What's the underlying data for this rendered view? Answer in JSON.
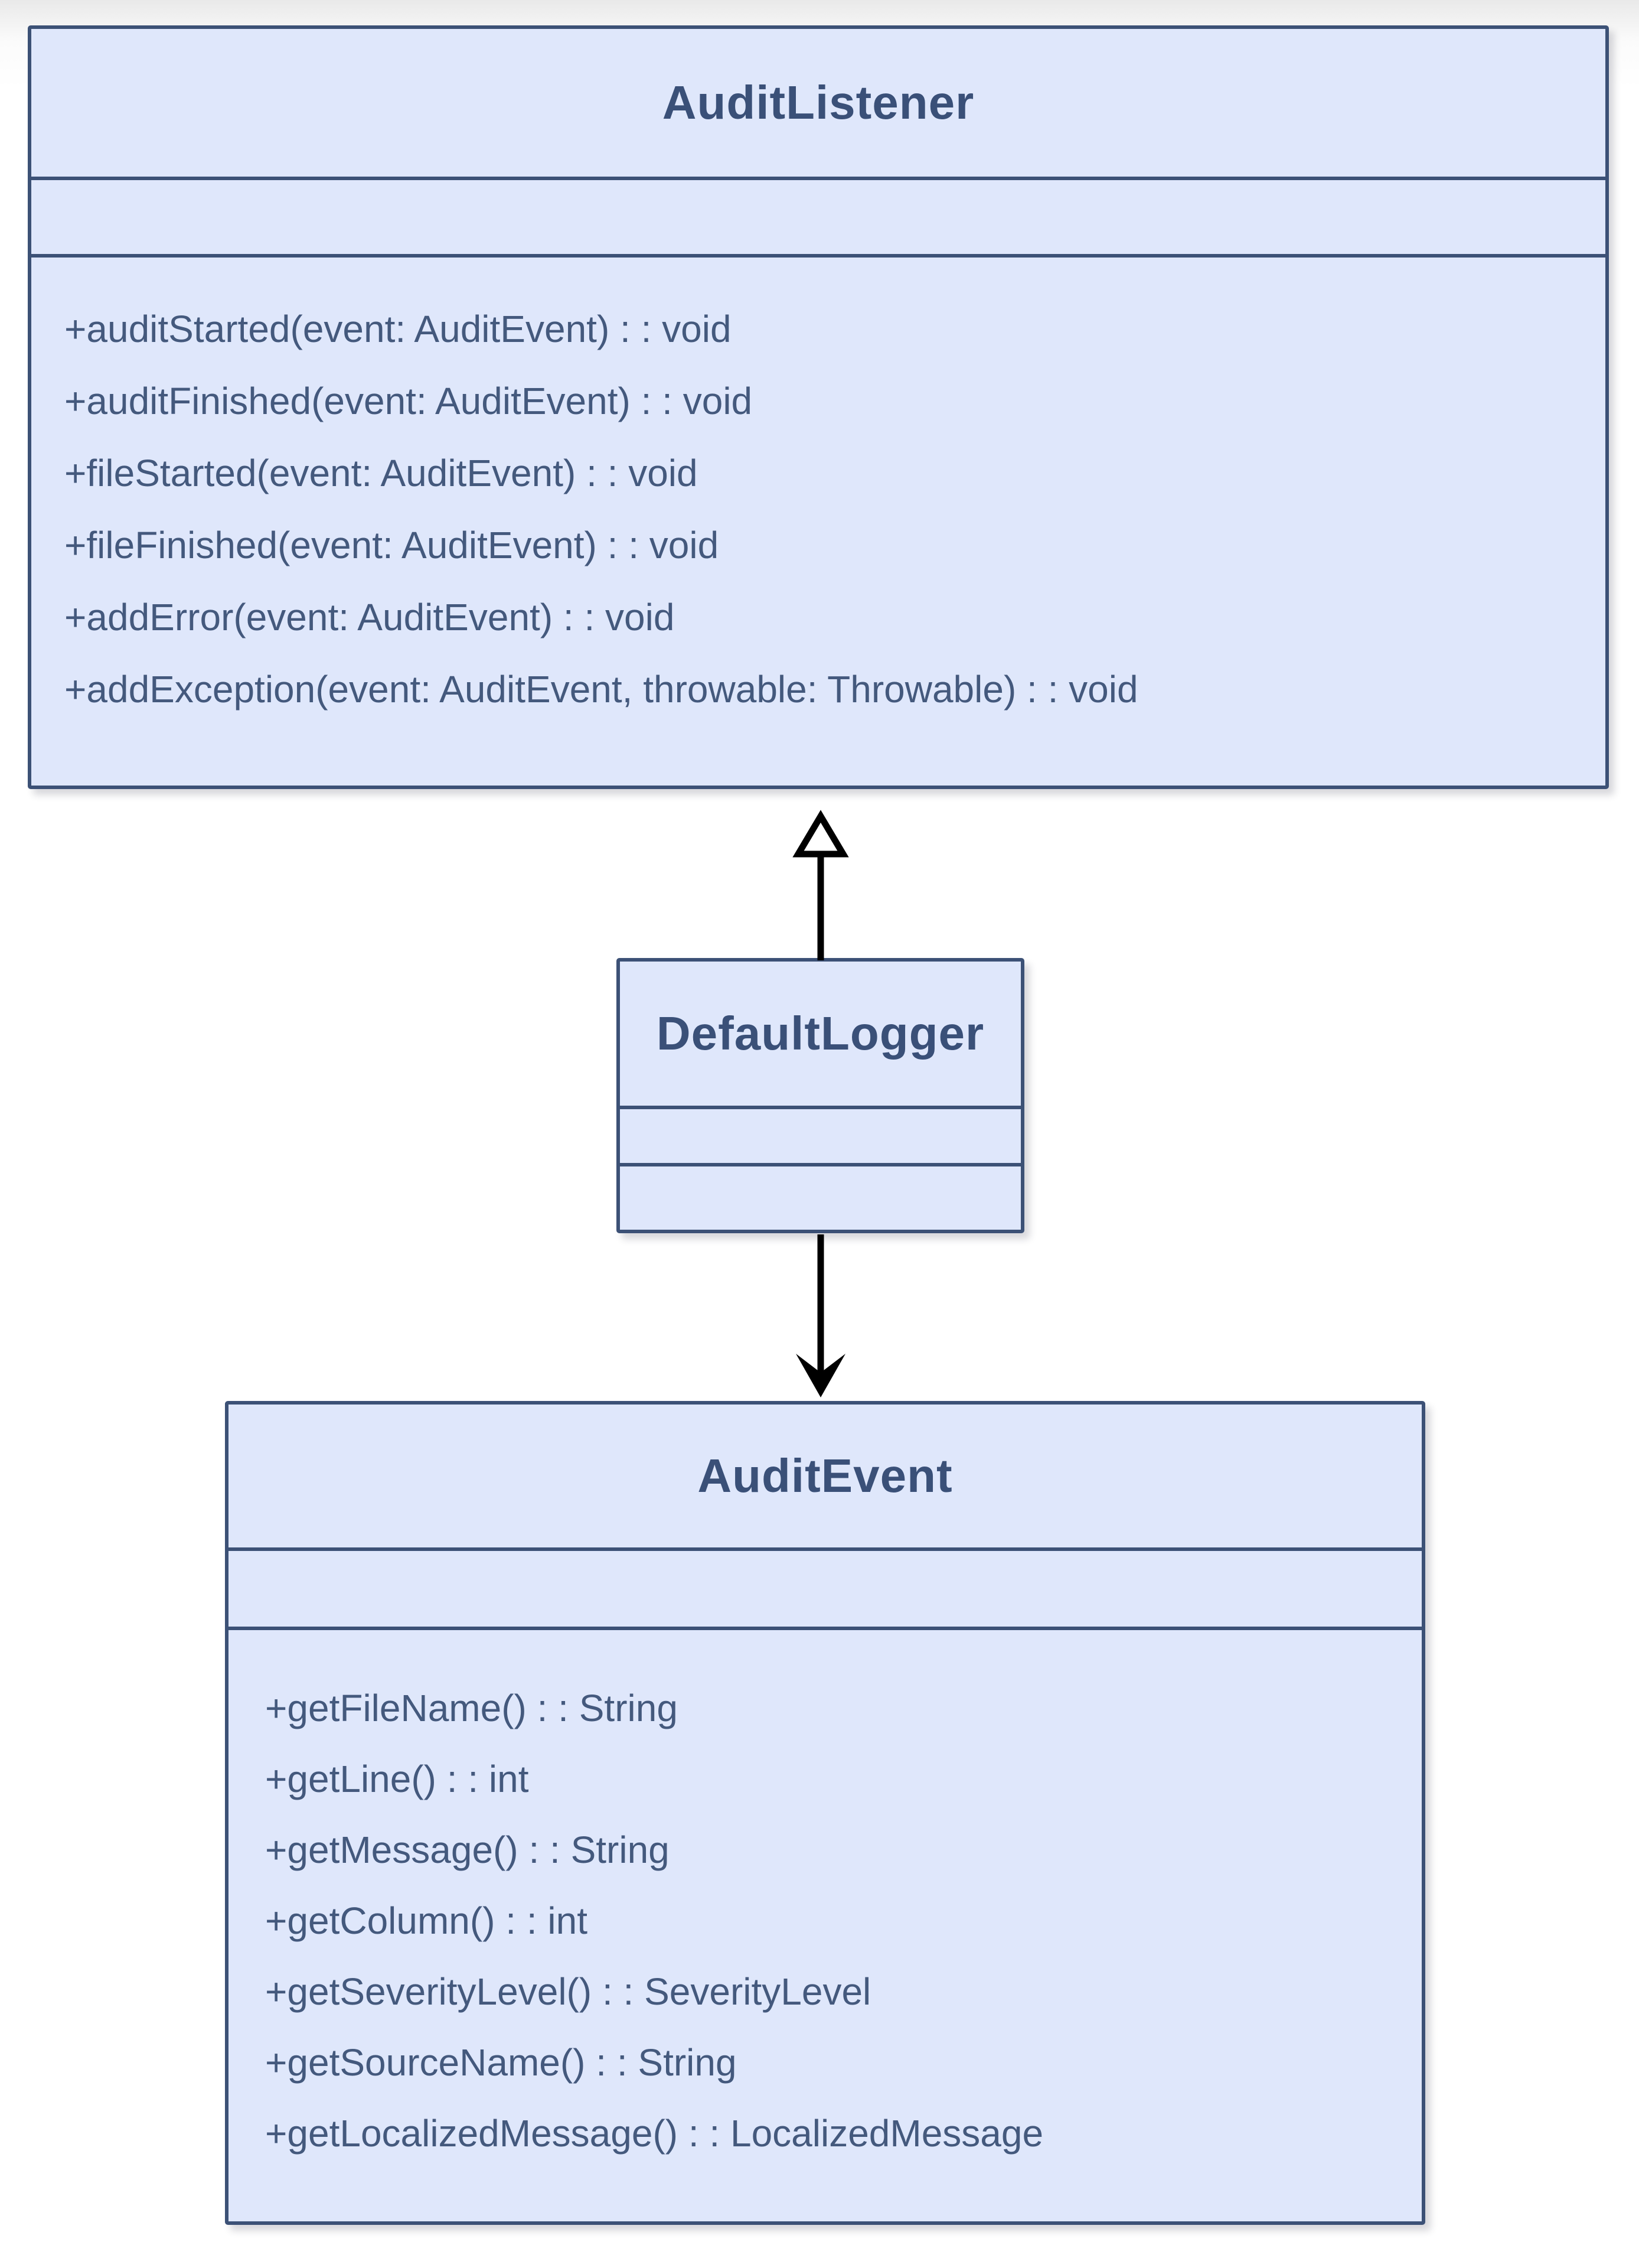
{
  "diagram_type": "uml-class-diagram",
  "classes": {
    "auditListener": {
      "name": "AuditListener",
      "attributes": [],
      "methods": [
        "+auditStarted(event: AuditEvent) : : void",
        "+auditFinished(event: AuditEvent) : : void",
        "+fileStarted(event: AuditEvent) : : void",
        "+fileFinished(event: AuditEvent) : : void",
        "+addError(event: AuditEvent) : : void",
        "+addException(event: AuditEvent, throwable: Throwable) : : void"
      ]
    },
    "defaultLogger": {
      "name": "DefaultLogger",
      "attributes": [],
      "methods": []
    },
    "auditEvent": {
      "name": "AuditEvent",
      "attributes": [],
      "methods": [
        "+getFileName() : : String",
        "+getLine() : : int",
        "+getMessage() : : String",
        "+getColumn() : : int",
        "+getSeverityLevel() : : SeverityLevel",
        "+getSourceName() : : String",
        "+getLocalizedMessage() : : LocalizedMessage"
      ]
    }
  },
  "relations": [
    {
      "from": "DefaultLogger",
      "to": "AuditListener",
      "type": "realization",
      "arrowhead": "hollow-triangle"
    },
    {
      "from": "DefaultLogger",
      "to": "AuditEvent",
      "type": "directed-association",
      "arrowhead": "open-barbed-arrow"
    }
  ],
  "colors": {
    "class_fill": "#dfe7fb",
    "class_border": "#3c5176",
    "class_text": "#44597d",
    "title_text": "#3a5078",
    "arrow": "#000000",
    "background": "#ffffff",
    "background_top": "#e9e9e9"
  }
}
